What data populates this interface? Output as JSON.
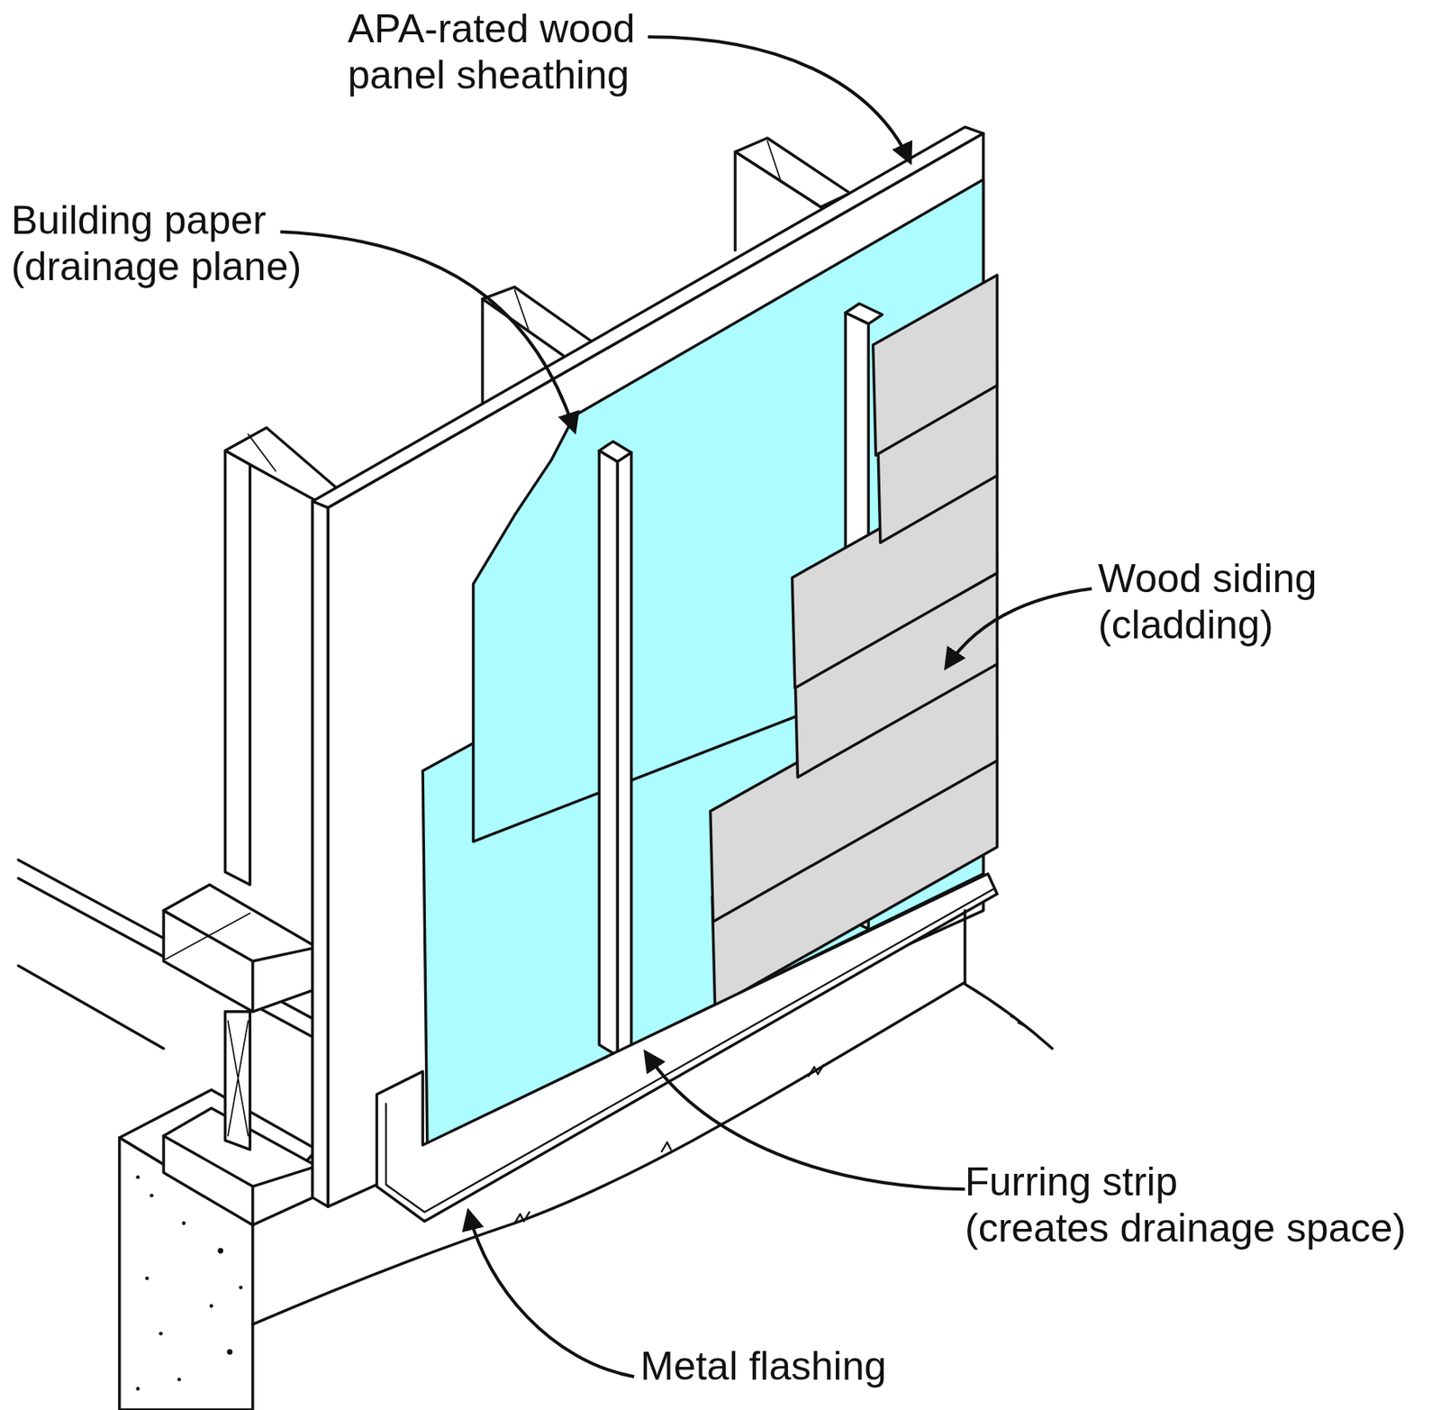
{
  "diagram": {
    "labels": [
      "APA-rated wood panel sheathing",
      "Building paper (drainage plane)",
      "Wood siding (cladding)",
      "Furring strip (creates drainage space)",
      "Metal flashing"
    ]
  }
}
